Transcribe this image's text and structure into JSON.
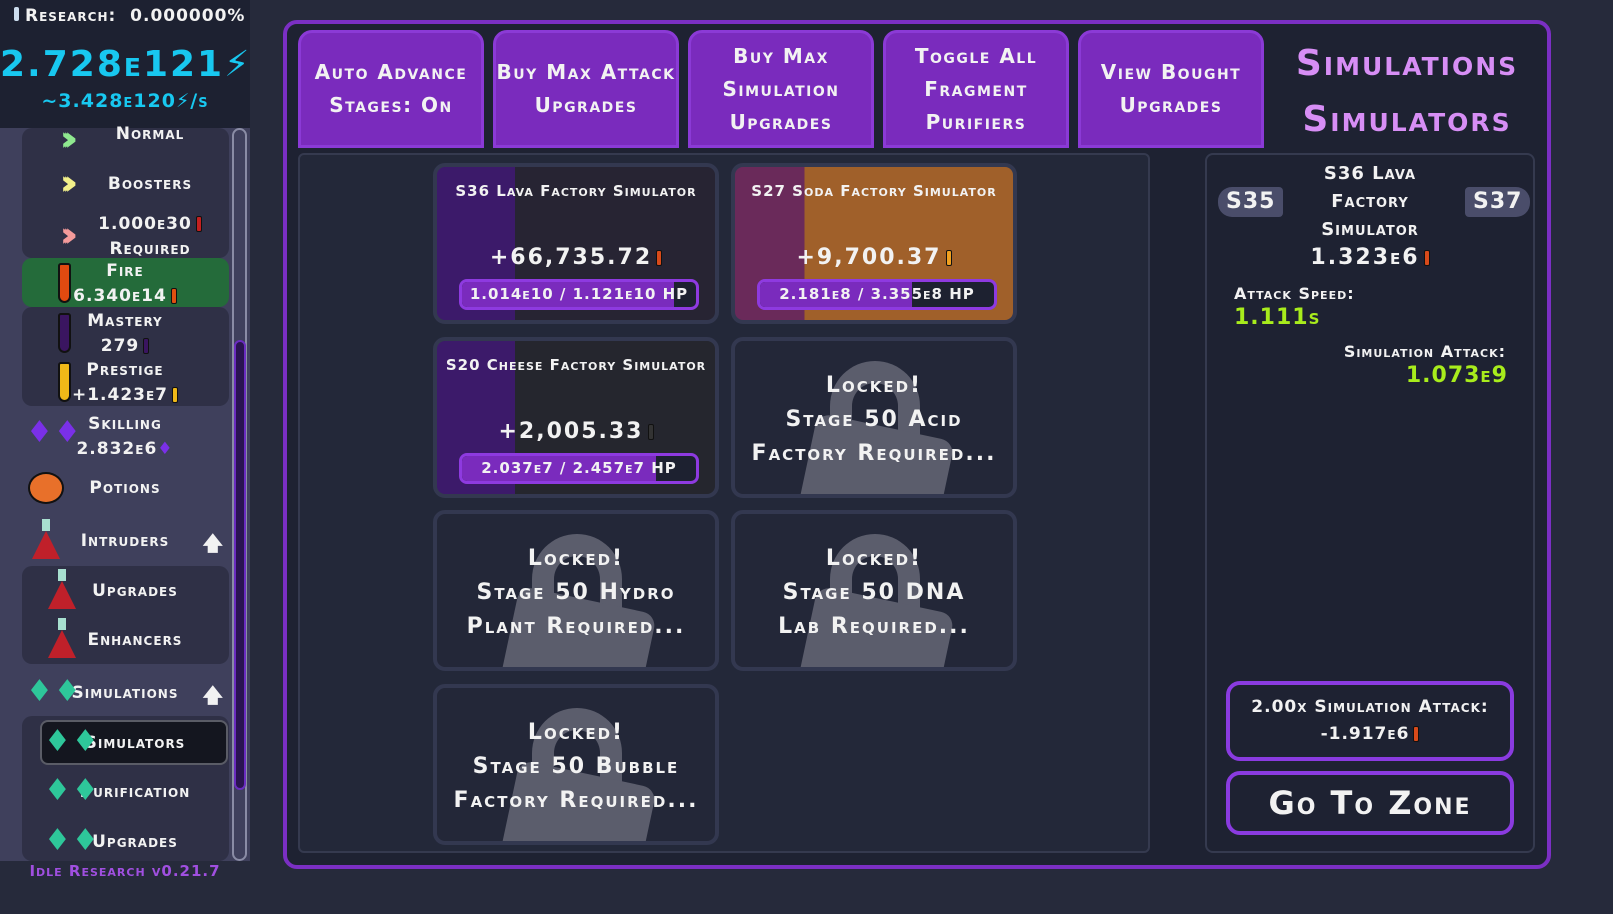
{
  "header": {
    "research_label": "Research:",
    "research_value": "0.000000%",
    "energy": "2.728e121",
    "energy_icon": "⚡",
    "rate": "~3.428e120⚡/s"
  },
  "sidebar": {
    "normal": "Normal",
    "boosters": "Boosters",
    "required_value": "1.000e30",
    "required_label": "Required",
    "fire_label": "Fire",
    "fire_value": "6.340e14",
    "mastery_label": "Mastery",
    "mastery_value": "279",
    "prestige_label": "Prestige",
    "prestige_value": "+1.423e7",
    "skilling_label": "Skilling",
    "skilling_value": "2.832e6",
    "potions": "Potions",
    "intruders": "Intruders",
    "intruder_upgrades": "Upgrades",
    "enhancers": "Enhancers",
    "simulations": "Simulations",
    "simulators": "Simulators",
    "purification": "Purification",
    "sim_upgrades": "Upgrades",
    "arrow": "🡅",
    "footer": "Idle Research v0.21.7"
  },
  "tabs": [
    "Auto Advance Stages: On",
    "Buy Max Attack Upgrades",
    "Buy Max Simulation Upgrades",
    "Toggle All Fragment Purifiers",
    "View Bought Upgrades"
  ],
  "title_line1": "Simulations",
  "title_line2": "Simulators",
  "cards": [
    {
      "name": "S36 Lava Factory Simulator",
      "value": "+66,735.72",
      "hp": "1.014e10 / 1.121e10 HP",
      "hp_fraction": 0.905
    },
    {
      "name": "S27 Soda Factory Simulator",
      "value": "+9,700.37",
      "hp": "2.181e8 / 3.355e8 HP",
      "hp_fraction": 0.65
    },
    {
      "name": "S20 Cheese Factory Simulator",
      "value": "+2,005.33",
      "hp": "2.037e7 / 2.457e7 HP",
      "hp_fraction": 0.829
    }
  ],
  "locked": [
    {
      "title": "Locked!",
      "req": "Stage 50 Acid Factory Required..."
    },
    {
      "title": "Locked!",
      "req": "Stage 50 Hydro Plant Required..."
    },
    {
      "title": "Locked!",
      "req": "Stage 50 DNA Lab Required..."
    },
    {
      "title": "Locked!",
      "req": "Stage 50 Bubble Factory Required..."
    }
  ],
  "detail": {
    "prev": "S35",
    "next": "S37",
    "name": "S36 Lava Factory Simulator",
    "value": "1.323e6",
    "attack_speed_label": "Attack Speed:",
    "attack_speed": "1.111s",
    "sim_attack_label": "Simulation Attack:",
    "sim_attack": "1.073e9",
    "boost_label": "2.00x Simulation Attack:",
    "boost_value": "-1.917e6",
    "go": "Go To Zone"
  },
  "colors": {
    "accent": "#7b2fc4",
    "energy": "#18c8f0",
    "green": "#a8ec1c",
    "selected": "#246b3a"
  }
}
